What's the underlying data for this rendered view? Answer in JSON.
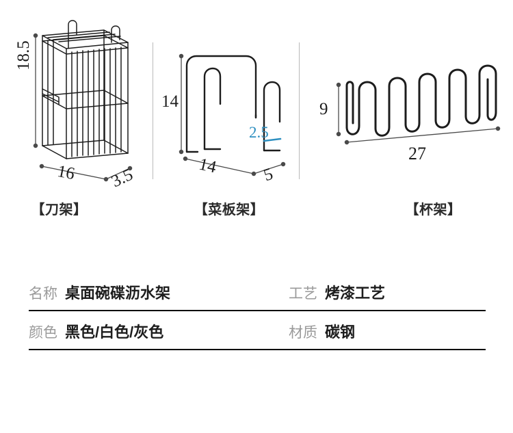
{
  "products": [
    {
      "id": "knife-rack",
      "caption": "【刀架】",
      "dims": {
        "height": "18.5",
        "width": "16",
        "depth": "3.5"
      }
    },
    {
      "id": "cutting-board-rack",
      "caption": "【菜板架】",
      "dims": {
        "height": "14",
        "width": "14",
        "depth": "5",
        "slot": "2.5"
      }
    },
    {
      "id": "cup-rack",
      "caption": "【杯架】",
      "dims": {
        "height": "9",
        "width": "27"
      }
    }
  ],
  "spec_table": {
    "rows": [
      {
        "left": {
          "key": "名称",
          "value": "桌面碗碟沥水架"
        },
        "right": {
          "key": "工艺",
          "value": "烤漆工艺"
        }
      },
      {
        "left": {
          "key": "颜色",
          "value": "黑色/白色/灰色"
        },
        "right": {
          "key": "材质",
          "value": "碳钢"
        }
      }
    ]
  },
  "colors": {
    "line": "#1c1c1c",
    "divider": "#b9b9b9",
    "accent_blue": "#2e8fc0",
    "label_gray": "#9a9a9a",
    "value_dark": "#1d1d1d"
  }
}
